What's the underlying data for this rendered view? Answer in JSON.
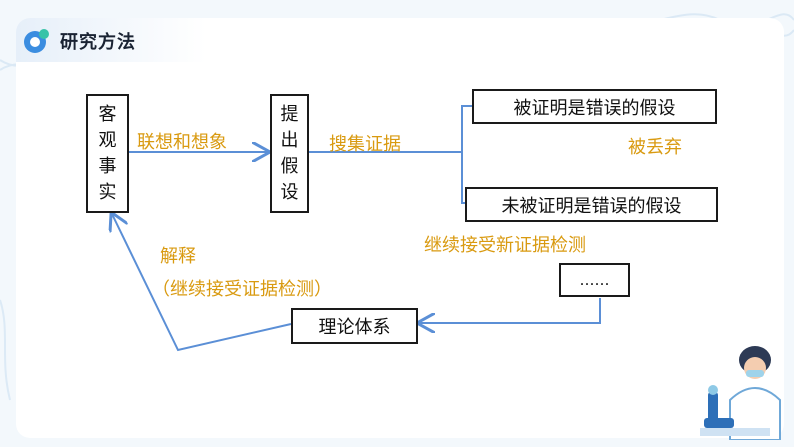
{
  "header": {
    "title": "研究方法",
    "logo_icon": "circle-logo-icon"
  },
  "colors": {
    "accent": "#d99a10",
    "arrow": "#5b8fd6",
    "box_border": "#1a1a1a"
  },
  "diagram": {
    "facts": [
      "客",
      "观",
      "事",
      "实"
    ],
    "hypothesis": [
      "提",
      "出",
      "假",
      "设"
    ],
    "proved_wrong": "被证明是错误的假设",
    "not_proved_wrong": "未被证明是错误的假设",
    "dots": "……",
    "theory": "理论体系",
    "label_association": "联想和想象",
    "label_collect": "搜集证据",
    "label_discard": "被丢弃",
    "label_continue": "继续接受新证据检测",
    "label_explain": "解释",
    "label_explain_sub": "（继续接受证据检测）"
  },
  "decor": {
    "illustration_icon": "scientist-microscope-icon"
  }
}
